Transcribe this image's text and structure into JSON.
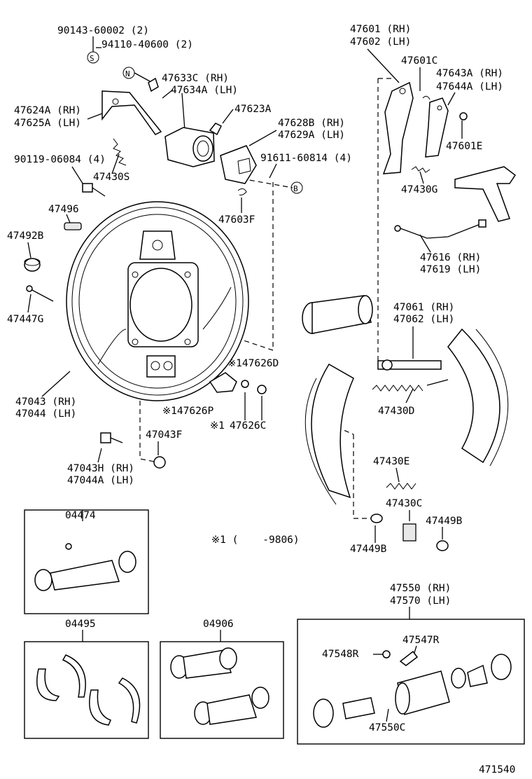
{
  "labels": {
    "l_90143": "90143-60002 (2)",
    "l_94110": "94110-40600 (2)",
    "l_s": "S",
    "l_n": "N",
    "l_b": "B",
    "l_47633c": "47633C (RH)",
    "l_47634a": "47634A (LH)",
    "l_47623a": "47623A",
    "l_47624a": "47624A (RH)",
    "l_47625a": "47625A (LH)",
    "l_47628b": "47628B (RH)",
    "l_47629a": "47629A (LH)",
    "l_90119": "90119-06084 (4)",
    "l_47430s": "47430S",
    "l_91611": "91611-60814 (4)",
    "l_47496": "47496",
    "l_47603f": "47603F",
    "l_47492b": "47492B",
    "l_47447g": "47447G",
    "l_47043": "47043 (RH)",
    "l_47044": "47044 (LH)",
    "l_147626d": "※147626D",
    "l_147626p": "※147626P",
    "l_47626c_mark": "※1",
    "l_47626c": "47626C",
    "l_47043f": "47043F",
    "l_47043h": "47043H (RH)",
    "l_47044a": "47044A (LH)",
    "l_47601": "47601 (RH)",
    "l_47602": "47602 (LH)",
    "l_47601c": "47601C",
    "l_47643a": "47643A (RH)",
    "l_47644a": "47644A (LH)",
    "l_47601e": "47601E",
    "l_47430g": "47430G",
    "l_47616": "47616 (RH)",
    "l_47619": "47619 (LH)",
    "l_47061": "47061 (RH)",
    "l_47062": "47062 (LH)",
    "l_47430d": "47430D",
    "l_47430e": "47430E",
    "l_47430c": "47430C",
    "l_47449b_a": "47449B",
    "l_47449b_b": "47449B",
    "l_note": "※1 (    -9806)",
    "l_04474": "04474",
    "l_04495": "04495",
    "l_04906": "04906",
    "l_47550": "47550 (RH)",
    "l_47570": "47570 (LH)",
    "l_47548r": "47548R",
    "l_47547r": "47547R",
    "l_47550c": "47550C",
    "l_471540": "471540"
  }
}
